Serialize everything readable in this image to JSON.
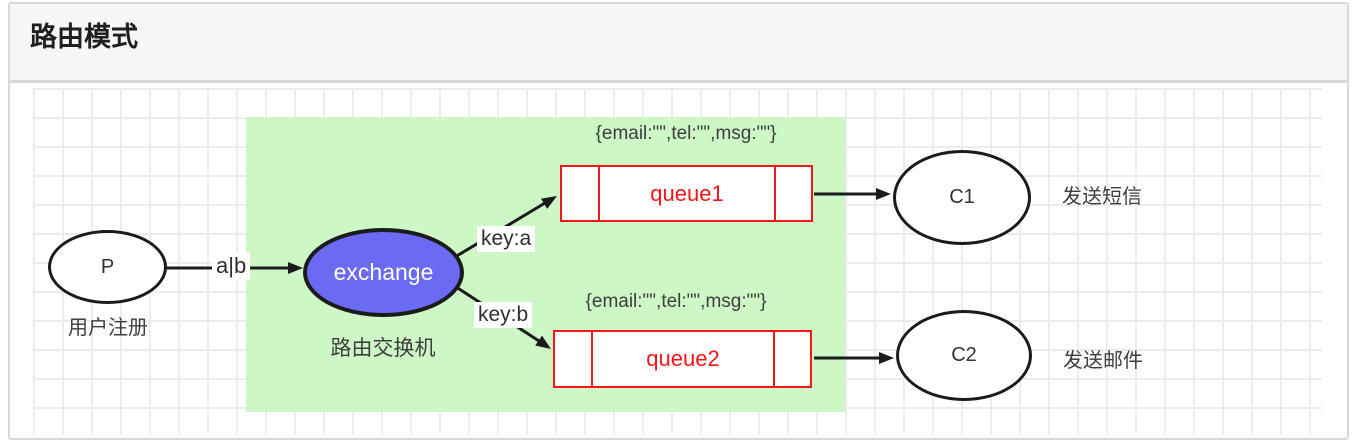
{
  "header": {
    "title": "路由模式"
  },
  "nodes": {
    "producer": {
      "label": "P",
      "caption": "用户注册"
    },
    "exchange": {
      "label": "exchange",
      "caption": "路由交换机"
    },
    "queues": [
      {
        "name": "queue1",
        "message": "{email:\"\",tel:\"\",msg:\"\"}"
      },
      {
        "name": "queue2",
        "message": "{email:\"\",tel:\"\",msg:\"\"}"
      }
    ],
    "consumers": [
      {
        "label": "C1",
        "caption": "发送短信"
      },
      {
        "label": "C2",
        "caption": "发送邮件"
      }
    ]
  },
  "edges": {
    "producer_to_exchange": {
      "label": "a|b"
    },
    "exchange_to_queue1": {
      "label": "key:a"
    },
    "exchange_to_queue2": {
      "label": "key:b"
    }
  },
  "colors": {
    "highlight_green": "#cdf8c6",
    "queue_red": "#f5161c",
    "exchange_blue": "#6a6af2",
    "stroke_black": "#1b1b1b",
    "grid_line": "#ececec",
    "frame_border": "#d5d9de",
    "header_bg": "#f6f6f8",
    "title_text": "#1f1f1f",
    "caption_text": "#3e3e3e"
  }
}
